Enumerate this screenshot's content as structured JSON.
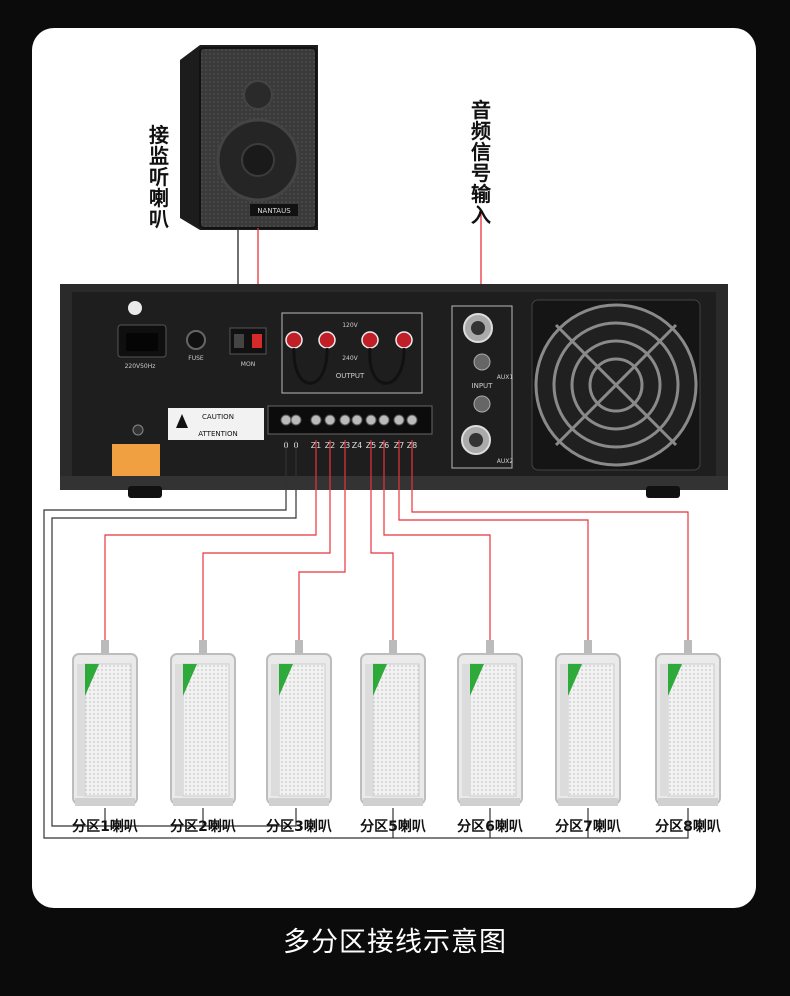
{
  "monitor_label": "接监听喇叭",
  "audio_input_label": "音频信号输入",
  "caption": "多分区接线示意图",
  "monitor_speaker_brand": "NANTAUS",
  "amp_panel": {
    "power_label": "220V50Hz",
    "fuse_label": "FUSE",
    "mon_label": "MON",
    "voltage_120": "120V",
    "voltage_240": "240V",
    "output_label": "OUTPUT",
    "input_label": "INPUT",
    "aux1": "AUX1",
    "aux2": "AUX2",
    "caution": "CAUTION",
    "attention": "ATTENTION",
    "terminals": [
      "0",
      "0",
      "Z1",
      "Z2",
      "Z3",
      "Z4",
      "Z5",
      "Z6",
      "Z7",
      "Z8"
    ]
  },
  "zones": [
    {
      "label": "分区1喇叭"
    },
    {
      "label": "分区2喇叭"
    },
    {
      "label": "分区3喇叭"
    },
    {
      "label": "分区5喇叭"
    },
    {
      "label": "分区6喇叭"
    },
    {
      "label": "分区7喇叭"
    },
    {
      "label": "分区8喇叭"
    }
  ],
  "colors": {
    "wire_red": "#e8323c",
    "wire_black": "#222222",
    "amp_body": "#1e1e1e",
    "speaker_white": "#eeeeee"
  }
}
